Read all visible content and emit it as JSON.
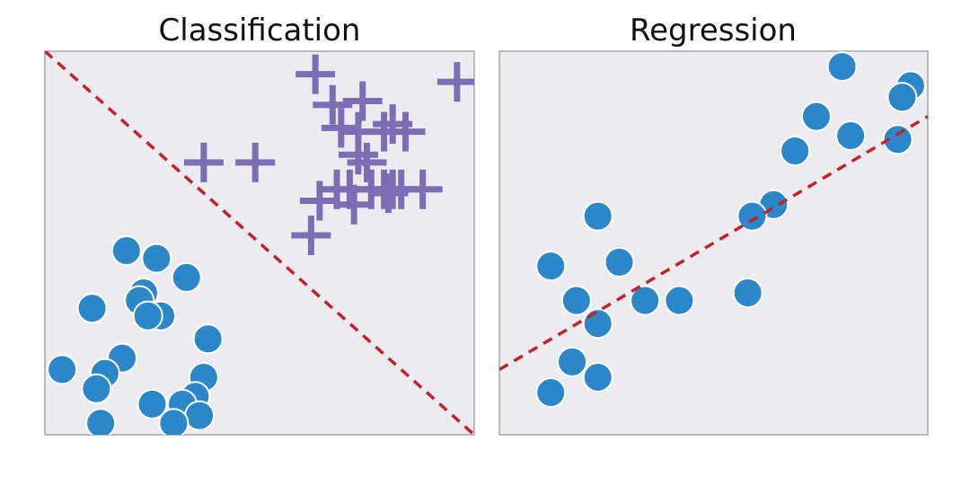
{
  "chart_data": [
    {
      "type": "scatter",
      "title": "Classification",
      "xlim": [
        0,
        100
      ],
      "ylim": [
        0,
        100
      ],
      "grid": false,
      "background": "#ecebf0",
      "boundary": {
        "style": "dashed",
        "color": "#c0222f",
        "points": [
          [
            0,
            100
          ],
          [
            100,
            0
          ]
        ]
      },
      "series": [
        {
          "marker": "circle",
          "color": "#2b87c8",
          "points": [
            [
              19,
              48
            ],
            [
              26,
              46
            ],
            [
              33,
              41
            ],
            [
              23,
              37
            ],
            [
              22,
              35
            ],
            [
              27,
              31
            ],
            [
              24,
              31
            ],
            [
              11,
              33
            ],
            [
              38,
              25
            ],
            [
              18,
              20
            ],
            [
              14,
              16
            ],
            [
              12,
              12
            ],
            [
              4,
              17
            ],
            [
              37,
              15
            ],
            [
              35,
              10
            ],
            [
              25,
              8
            ],
            [
              32,
              8
            ],
            [
              36,
              5
            ],
            [
              30,
              3
            ],
            [
              13,
              3
            ]
          ]
        },
        {
          "marker": "plus",
          "color": "#7d6db5",
          "points": [
            [
              63,
              94
            ],
            [
              74,
              87
            ],
            [
              67,
              86
            ],
            [
              69,
              80
            ],
            [
              81,
              81
            ],
            [
              73,
              79
            ],
            [
              79,
              79
            ],
            [
              73,
              73
            ],
            [
              75,
              71
            ],
            [
              84,
              79
            ],
            [
              37,
              71
            ],
            [
              49,
              71
            ],
            [
              68,
              64
            ],
            [
              71,
              64
            ],
            [
              76,
              64
            ],
            [
              79,
              64
            ],
            [
              81,
              64
            ],
            [
              83,
              64
            ],
            [
              88,
              64
            ],
            [
              64,
              61
            ],
            [
              72,
              60
            ],
            [
              62,
              52
            ],
            [
              80,
              63
            ],
            [
              96,
              92
            ]
          ]
        }
      ]
    },
    {
      "type": "scatter",
      "title": "Regression",
      "xlim": [
        0,
        100
      ],
      "ylim": [
        0,
        100
      ],
      "grid": false,
      "background": "#ecebf0",
      "trend_line": {
        "style": "dashed",
        "color": "#c0222f",
        "points": [
          [
            0,
            17
          ],
          [
            100,
            83
          ]
        ]
      },
      "series": [
        {
          "marker": "circle",
          "color": "#2b87c8",
          "points": [
            [
              80,
              96
            ],
            [
              96,
              91
            ],
            [
              94,
              88
            ],
            [
              74,
              83
            ],
            [
              82,
              78
            ],
            [
              93,
              77
            ],
            [
              69,
              74
            ],
            [
              64,
              60
            ],
            [
              59,
              57
            ],
            [
              23,
              57
            ],
            [
              12,
              44
            ],
            [
              28,
              45
            ],
            [
              18,
              35
            ],
            [
              34,
              35
            ],
            [
              42,
              35
            ],
            [
              58,
              37
            ],
            [
              23,
              29
            ],
            [
              17,
              19
            ],
            [
              23,
              15
            ],
            [
              12,
              11
            ]
          ]
        }
      ]
    }
  ]
}
